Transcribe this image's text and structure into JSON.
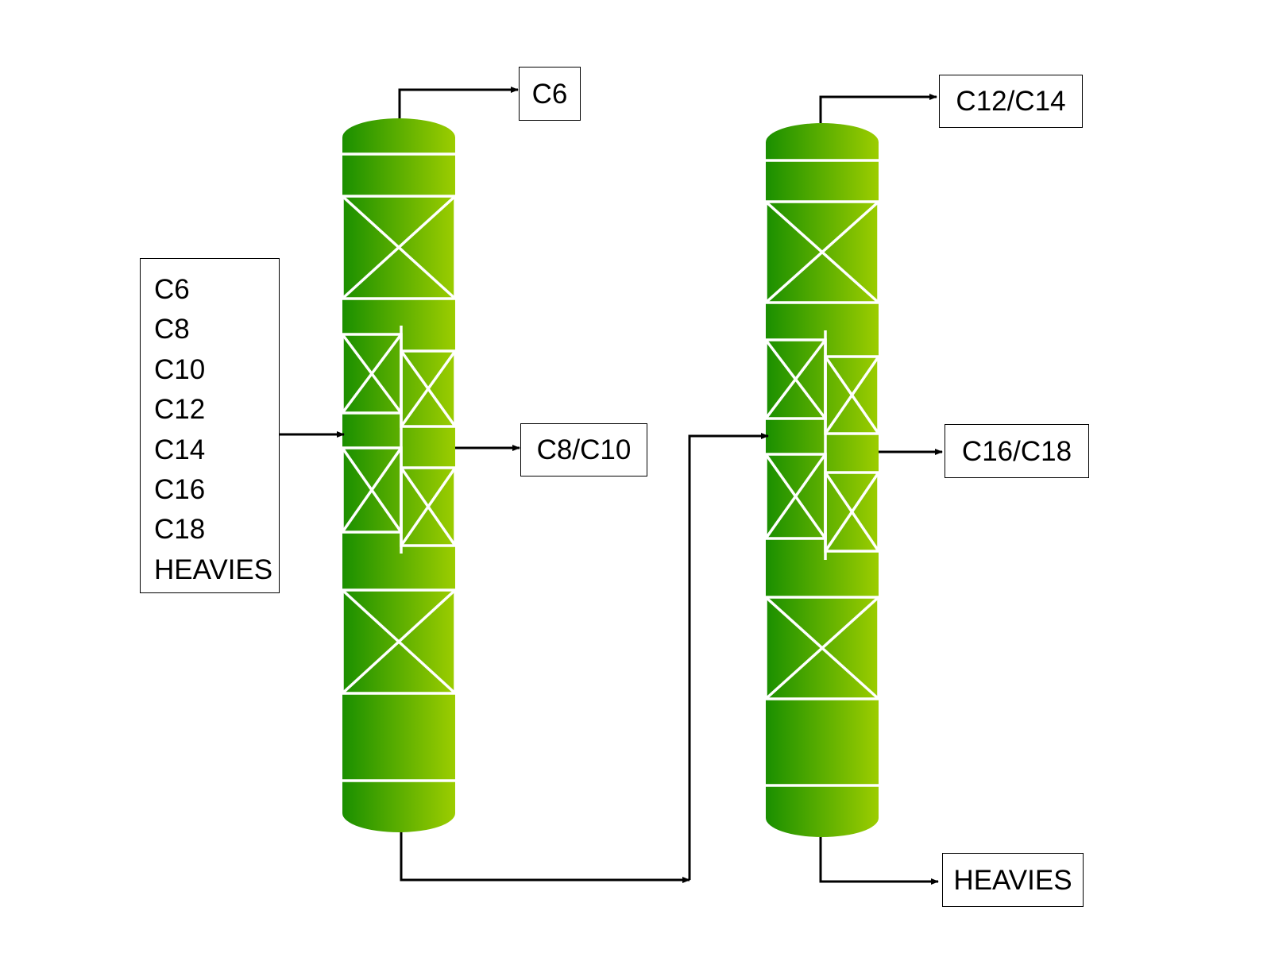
{
  "colors": {
    "column_dark": "#1a8f00",
    "column_light": "#9ccd00",
    "internals": "#ffffff",
    "stream_line": "#000000"
  },
  "feed": {
    "components": [
      "C6",
      "C8",
      "C10",
      "C12",
      "C14",
      "C16",
      "C18",
      "HEAVIES"
    ]
  },
  "column_1": {
    "overhead_product": "C6",
    "side_product": "C8/C10"
  },
  "column_2": {
    "overhead_product": "C12/C14",
    "side_product": "C16/C18",
    "bottoms_product": "HEAVIES"
  }
}
